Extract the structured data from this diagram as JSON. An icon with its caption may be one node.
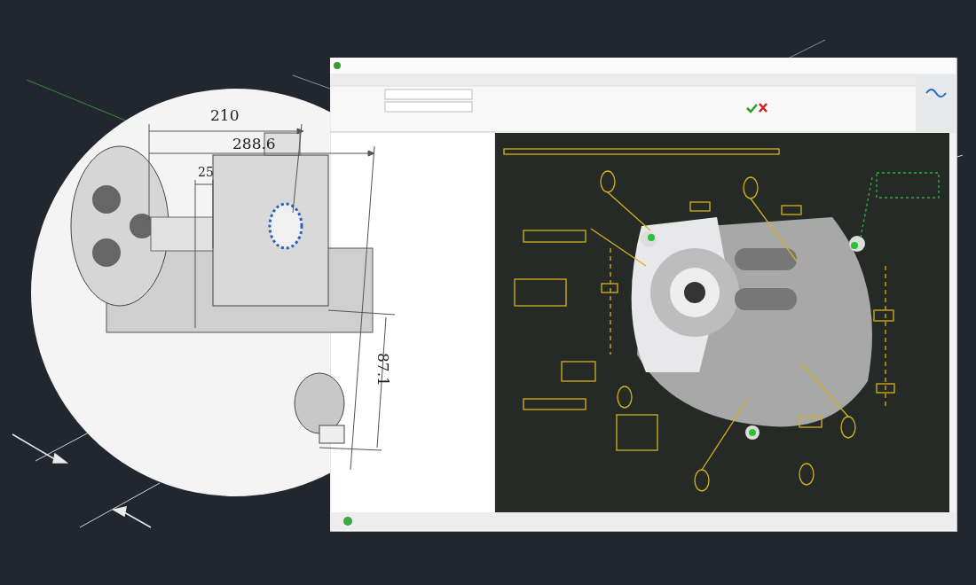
{
  "diagram": {
    "labels": [
      "210",
      "288.6",
      "25",
      "87.1"
    ]
  }
}
